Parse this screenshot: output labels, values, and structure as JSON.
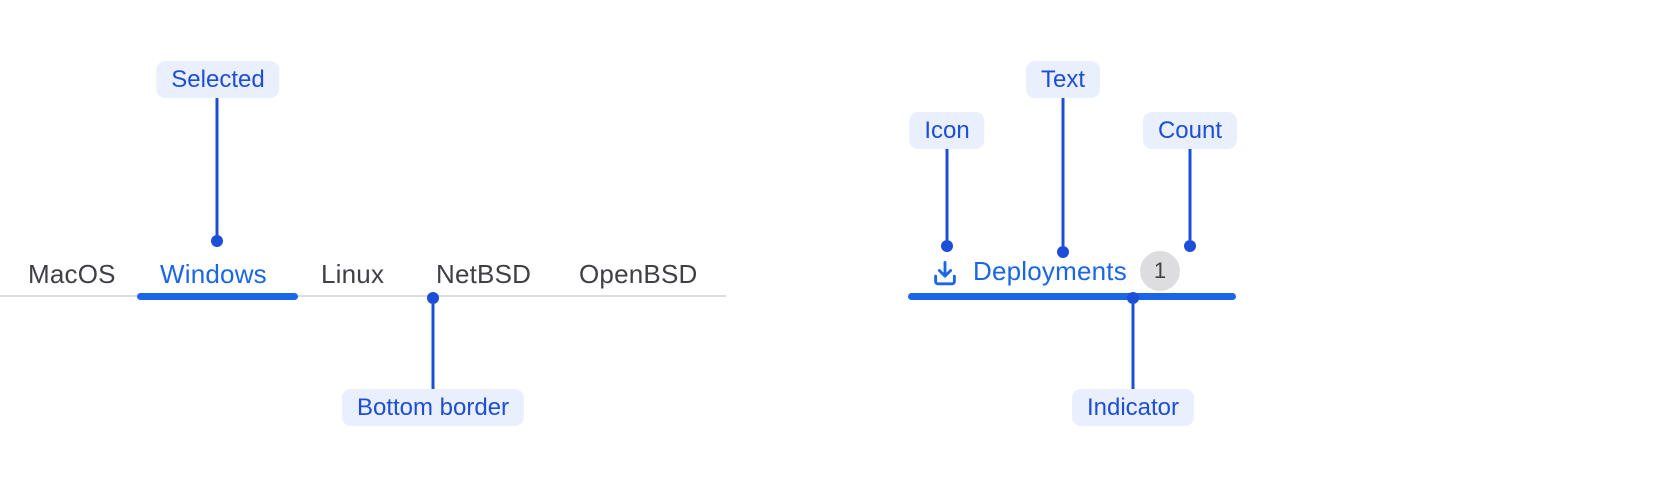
{
  "diagram": {
    "left_tab_bar": {
      "tabs": [
        {
          "label": "MacOS",
          "selected": false
        },
        {
          "label": "Windows",
          "selected": true
        },
        {
          "label": "Linux",
          "selected": false
        },
        {
          "label": "NetBSD",
          "selected": false
        },
        {
          "label": "OpenBSD",
          "selected": false
        }
      ],
      "annotations": {
        "selected": "Selected",
        "bottom_border": "Bottom border"
      }
    },
    "right_tab": {
      "icon": "download-icon",
      "label": "Deployments",
      "count": "1",
      "annotations": {
        "icon": "Icon",
        "text": "Text",
        "count": "Count",
        "indicator": "Indicator"
      }
    },
    "colors": {
      "accent_blue": "#1a66e8",
      "annotation_blue": "#1d4ed8",
      "annotation_badge_bg": "#e9effc",
      "tab_text": "#3f3f46",
      "bottom_border_gray": "#dcdcdf",
      "count_badge_bg": "#dddddf",
      "background": "#ffffff"
    }
  }
}
